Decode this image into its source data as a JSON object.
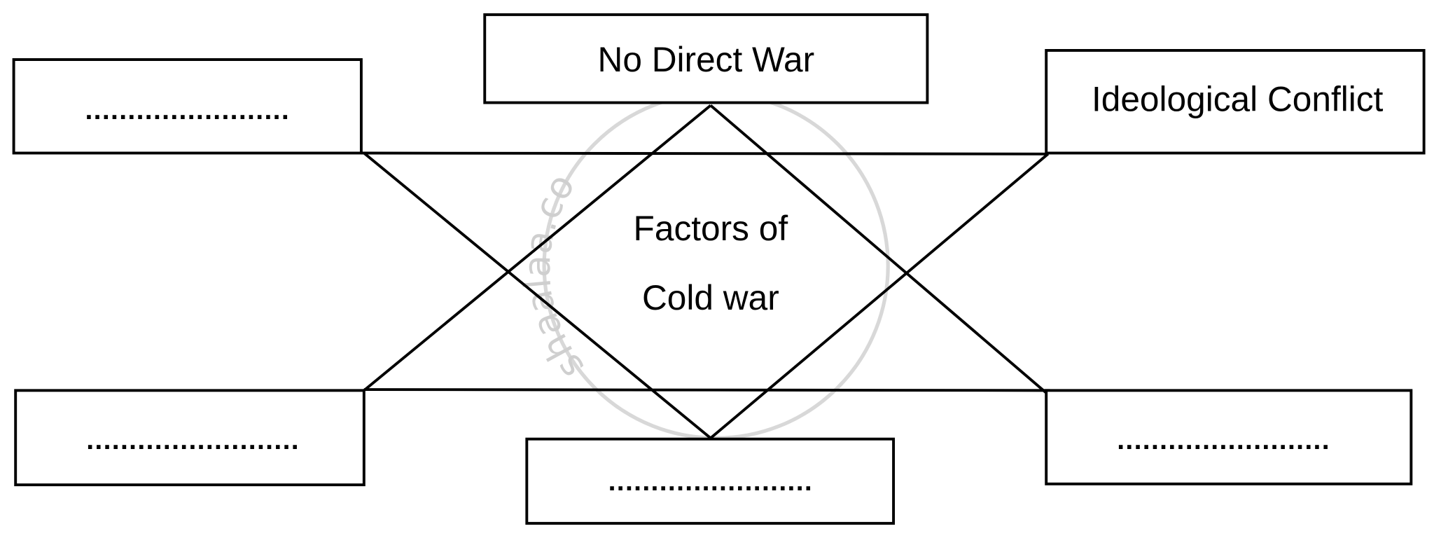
{
  "diagram": {
    "center": {
      "line1": "Factors of",
      "line2": "Cold war"
    },
    "boxes": {
      "top_left": "........................",
      "top_center": "No Direct War",
      "top_right": "Ideological Conflict",
      "bottom_left": ".........................",
      "bottom_center": "........................",
      "bottom_right": "........................."
    },
    "watermark": "shaalaa.com",
    "colors": {
      "stroke": "#000000",
      "watermark": "#d3d3d3",
      "background": "#ffffff"
    }
  }
}
